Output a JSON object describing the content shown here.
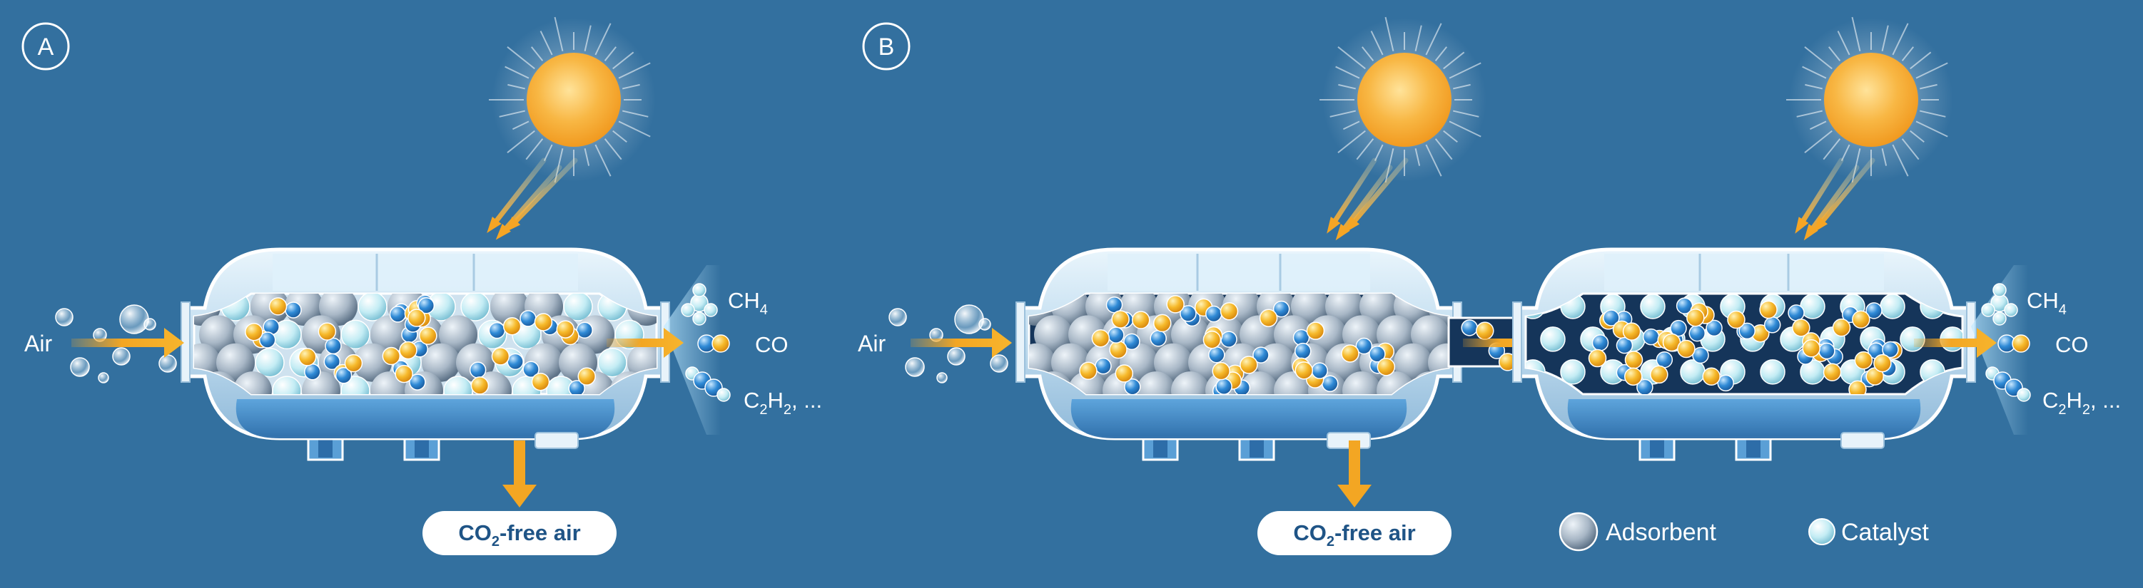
{
  "colors": {
    "background": "#33709f",
    "arrow": "#f3a623",
    "vessel_glass": "#cfe6f5",
    "vessel_bottom": "#3d86c6",
    "bed_dark": "#15355a",
    "adsorbent": "#9fb3c6",
    "catalyst": "#bfe7f1",
    "molecule_orange": "#f4b324",
    "molecule_blue": "#2f86d3",
    "sun": "#f7b13c"
  },
  "panels": [
    {
      "id": "A",
      "label": "A",
      "inlet_label": "Air",
      "outlet_label": "CO2-free air",
      "outlet_label_main": "CO",
      "outlet_label_sub": "2",
      "outlet_label_rest": "-free air",
      "products": [
        {
          "label": "CH4",
          "main": "CH",
          "sub": "4",
          "rest": ""
        },
        {
          "label": "CO",
          "main": "CO",
          "sub": "",
          "rest": ""
        },
        {
          "label": "C2H2, ...",
          "main": "C",
          "sub": "2",
          "mid": "H",
          "sub2": "2",
          "rest": ", ..."
        }
      ],
      "reactor_count": 1,
      "bed": "mixed adsorbent and catalyst"
    },
    {
      "id": "B",
      "label": "B",
      "inlet_label": "Air",
      "outlet_label": "CO2-free air",
      "outlet_label_main": "CO",
      "outlet_label_sub": "2",
      "outlet_label_rest": "-free air",
      "products": [
        {
          "label": "CH4",
          "main": "CH",
          "sub": "4",
          "rest": ""
        },
        {
          "label": "CO",
          "main": "CO",
          "sub": "",
          "rest": ""
        },
        {
          "label": "C2H2, ...",
          "main": "C",
          "sub": "2",
          "mid": "H",
          "sub2": "2",
          "rest": ", ..."
        }
      ],
      "reactor_count": 2,
      "bed": "adsorbent bed followed by catalyst bed"
    }
  ],
  "legend": [
    {
      "key": "adsorbent",
      "label": "Adsorbent"
    },
    {
      "key": "catalyst",
      "label": "Catalyst"
    }
  ]
}
